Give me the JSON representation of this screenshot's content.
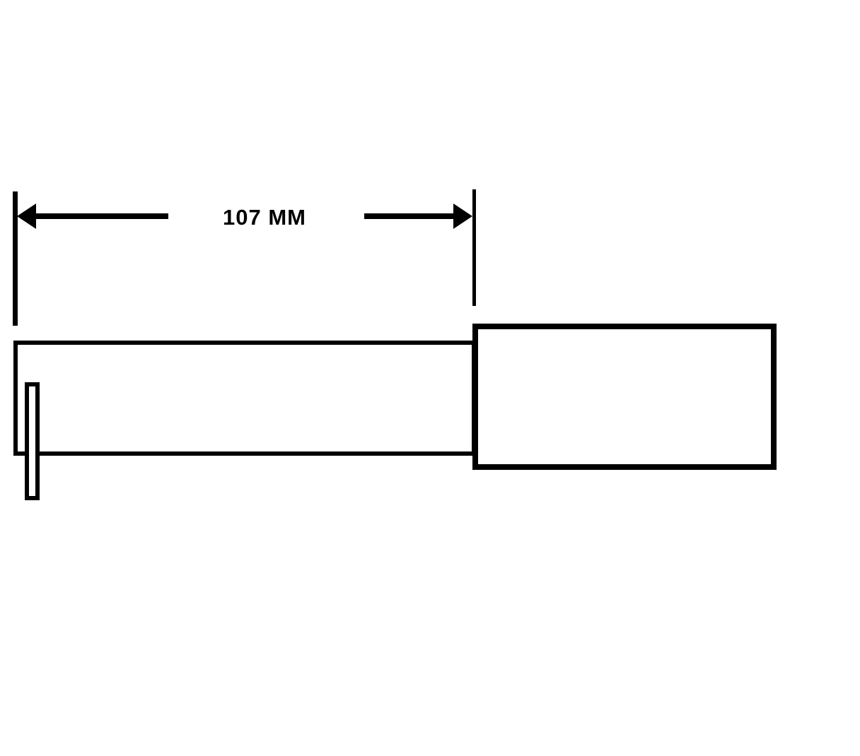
{
  "drawing": {
    "dimension": {
      "label": "107 MM",
      "value": 107,
      "unit": "MM"
    },
    "colors": {
      "line": "#000000",
      "background": "#ffffff"
    }
  }
}
